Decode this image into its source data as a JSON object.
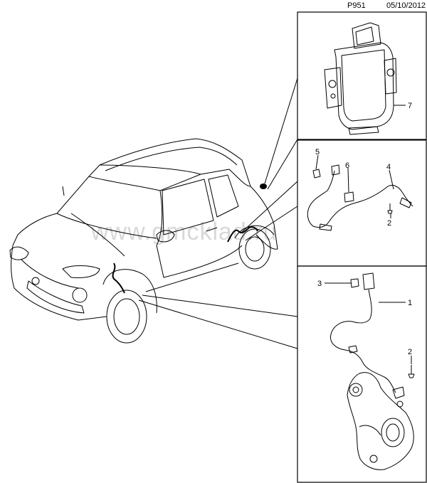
{
  "header": {
    "page_code": "P951",
    "date": "05/10/2012"
  },
  "watermark": "www.gmcklad.ru",
  "callouts": {
    "sensor_module": "7",
    "rear_wheel_speed_sensor": "4",
    "rear_harness_clip": "5",
    "rear_harness_bracket": "6",
    "rear_sensor_bolt": "2",
    "front_wheel_speed_sensor": "1",
    "front_harness_clip": "3",
    "front_sensor_bolt": "2"
  }
}
